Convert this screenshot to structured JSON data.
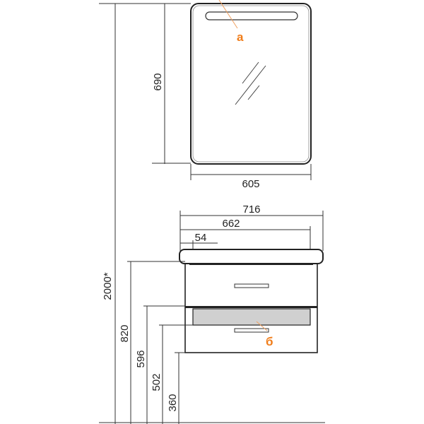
{
  "diagram": {
    "mirror": {
      "height_label": "690",
      "width_label": "605",
      "marker": "а"
    },
    "cabinet": {
      "width_label": "716",
      "body_width_label": "662",
      "offset_label": "54",
      "marker": "б"
    },
    "heights": {
      "total": "2000*",
      "top": "820",
      "shelf": "596",
      "drawer": "502",
      "bottom": "360"
    },
    "colors": {
      "marker": "#f07d1a",
      "line": "#333333",
      "panel": "#d0d0d0"
    }
  }
}
